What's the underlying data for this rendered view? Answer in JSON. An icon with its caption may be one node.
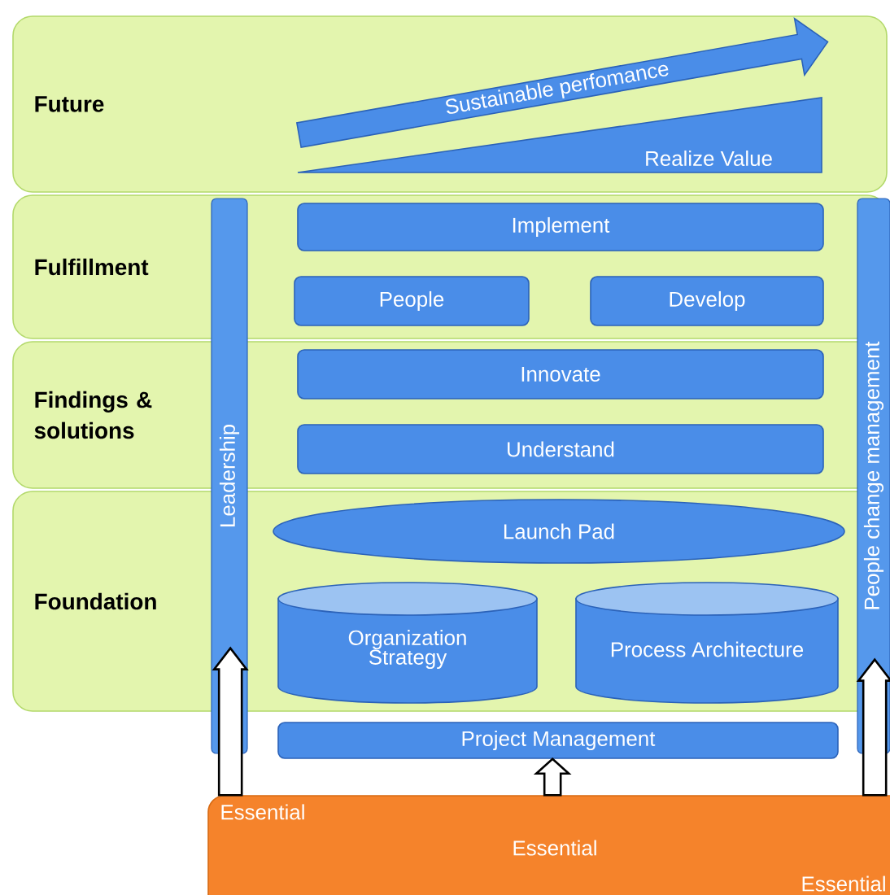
{
  "diagram": {
    "nodes": [
      {
        "text": [
          "Future"
        ]
      },
      {
        "text": [
          "Sustainable perfomance"
        ],
        "in": 0
      },
      {
        "text": [
          "Realize Value"
        ],
        "in": 0
      },
      {
        "text": [
          "Fulfillment"
        ]
      },
      {
        "text": [
          "Implement"
        ],
        "in": 3
      },
      {
        "text": [
          "People"
        ],
        "in": 3
      },
      {
        "text": [
          "Develop"
        ],
        "in": 3
      },
      {
        "text": [
          "Findings & solutions"
        ]
      },
      {
        "text": [
          "Innovate"
        ],
        "in": 7
      },
      {
        "text": [
          "Understand"
        ],
        "in": 7
      },
      {
        "text": [
          "Foundation"
        ]
      },
      {
        "text": [
          "Launch Pad"
        ],
        "in": 10
      },
      {
        "text": [
          "Organization Strategy"
        ],
        "in": 10
      },
      {
        "text": [
          "Process Architecture"
        ],
        "in": 10
      },
      {
        "text": [
          "Leadership"
        ]
      },
      {
        "text": [
          "People change management"
        ]
      },
      {
        "text": [
          "Project Management"
        ]
      },
      {
        "text": [
          "Essential",
          "Essential",
          "Essential"
        ]
      }
    ],
    "edges": [
      {
        "from": 17,
        "to": 14,
        "arrow": "to"
      },
      {
        "from": 17,
        "to": 16,
        "arrow": "to"
      },
      {
        "from": 17,
        "to": 15,
        "arrow": "to"
      }
    ]
  }
}
